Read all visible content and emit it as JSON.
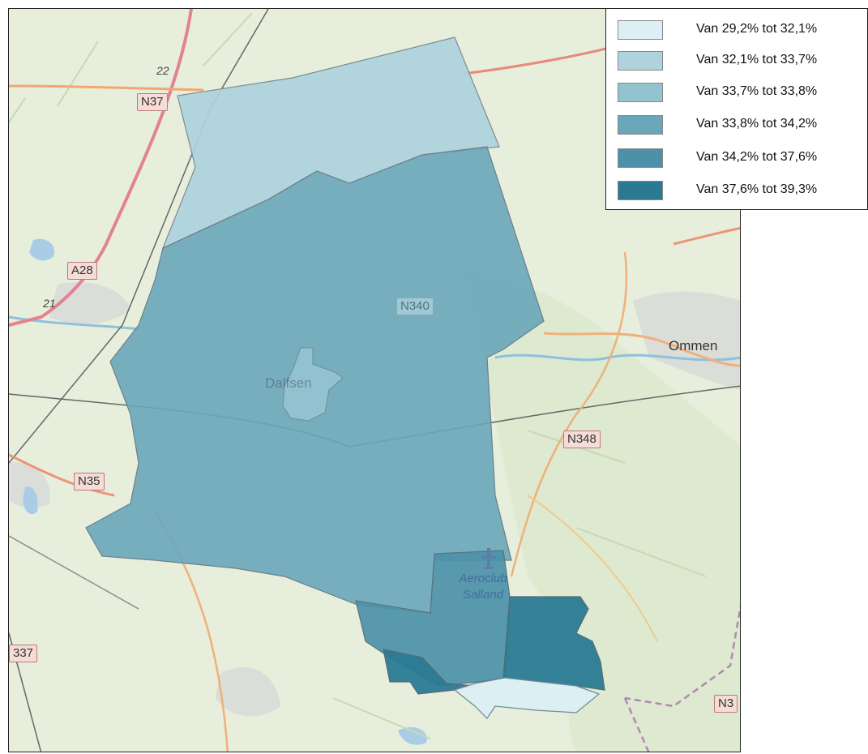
{
  "map": {
    "place_labels": {
      "dalfsen": "Dalfsen",
      "ommen": "Ommen",
      "airfield_line1": "Aeroclub",
      "airfield_line2": "Salland"
    },
    "road_labels": {
      "n37": "N37",
      "a28": "A28",
      "n340": "N340",
      "n348": "N348",
      "n35": "N35",
      "n337": "337",
      "n3_edge": "N3"
    },
    "junction_labels": {
      "j22": "22",
      "j21": "21"
    },
    "region_colors": {
      "class1": "#dbeff4",
      "class2": "#aed3dc",
      "class3": "#93c3d0",
      "class4": "#6aa6ba",
      "class5": "#4c91a8",
      "class6": "#2a7a93"
    }
  },
  "legend": {
    "items": [
      {
        "label": "Van 29,2% tot 32,1%",
        "color": "#dbeff4"
      },
      {
        "label": "Van 32,1% tot 33,7%",
        "color": "#aed3dc"
      },
      {
        "label": "Van 33,7% tot 33,8%",
        "color": "#93c3d0"
      },
      {
        "label": "Van 33,8% tot 34,2%",
        "color": "#6aa6ba"
      },
      {
        "label": "Van 34,2% tot 37,6%",
        "color": "#4c91a8"
      },
      {
        "label": "Van 37,6% tot 39,3%",
        "color": "#2a7a93"
      }
    ]
  }
}
